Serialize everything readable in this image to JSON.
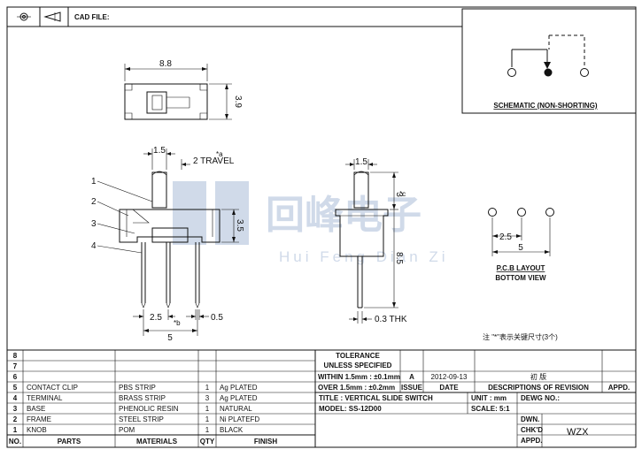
{
  "header": {
    "cad_file_label": "CAD FILE:"
  },
  "watermark": {
    "cn": "回峰电子",
    "en": "Hui Feng Dian Zi"
  },
  "schematic": {
    "title": "SCHEMATIC (NON-SHORTING)"
  },
  "top_view": {
    "width_dim": "8.8",
    "height_dim": "3.9"
  },
  "front_view": {
    "dim_15": "1.5",
    "travel": "2 TRAVEL",
    "star_a": "*a",
    "dim_35": "3.5",
    "dim_25": "2.5",
    "dim_05": "0.5",
    "dim_5": "5",
    "star_b": "*b",
    "callouts": [
      "1",
      "2",
      "3",
      "4"
    ]
  },
  "side_view": {
    "dim_15": "1.5",
    "dim_3": "3",
    "star_c": "*c",
    "dim_85": "8.5",
    "thk": "0.3 THK"
  },
  "pcb": {
    "dim_25": "2.5",
    "dim_5": "5",
    "title": "P.C.B LAYOUT",
    "subtitle": "BOTTOM VIEW"
  },
  "note": "注 \"*\"表示关键尺寸(3个)",
  "bom": {
    "rows": [
      {
        "no": "8",
        "part": "",
        "material": "",
        "qty": "",
        "finish": ""
      },
      {
        "no": "7",
        "part": "",
        "material": "",
        "qty": "",
        "finish": ""
      },
      {
        "no": "6",
        "part": "",
        "material": "",
        "qty": "",
        "finish": ""
      },
      {
        "no": "5",
        "part": "CONTACT CLIP",
        "material": "PBS STRIP",
        "qty": "1",
        "finish": "Ag PLATED"
      },
      {
        "no": "4",
        "part": "TERMINAL",
        "material": "BRASS STRIP",
        "qty": "3",
        "finish": "Ag PLATED"
      },
      {
        "no": "3",
        "part": "BASE",
        "material": "PHENOLIC RESIN",
        "qty": "1",
        "finish": "NATURAL"
      },
      {
        "no": "2",
        "part": "FRAME",
        "material": "STEEL STRIP",
        "qty": "1",
        "finish": "Ni PLATEFD"
      },
      {
        "no": "1",
        "part": "KNOB",
        "material": "POM",
        "qty": "1",
        "finish": "BLACK"
      }
    ],
    "headers": {
      "no": "NO.",
      "part": "PARTS",
      "material": "MATERIALS",
      "qty": "QTY",
      "finish": "FINISH"
    }
  },
  "title_block": {
    "tolerance": "TOLERANCE",
    "unless": "UNLESS   SPECIFIED",
    "within": "WITHIN 1.5mm : ±0.1mm",
    "over": "OVER 1.5mm : ±0.2mm",
    "rev_a": "A",
    "date_value": "2012-09-13",
    "rev_desc": "初    版",
    "issue": "ISSUE",
    "date": "DATE",
    "desc_header": "DESCRIPTIONS OF REVISION",
    "appd_header": "APPD.",
    "title": "TITLE :  VERTICAL SLIDE SWITCH",
    "unit": "UNIT :   mm",
    "dewg": "DEWG NO.:",
    "model": "MODEL:   SS-12D00",
    "scale": "SCALE:   5:1",
    "dwn": "DWN.",
    "chkd": "CHK'D",
    "appd": "APPD.",
    "initials": "WZX"
  }
}
